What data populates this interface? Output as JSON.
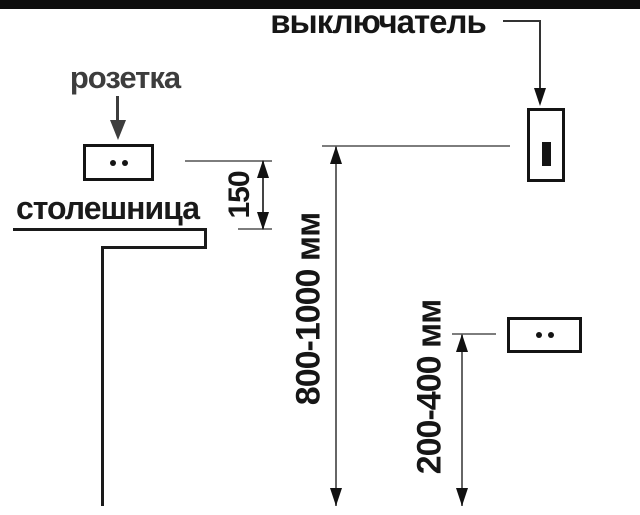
{
  "diagram": {
    "type": "electrical-installation-heights",
    "labels": {
      "socket": "розетка",
      "switch": "выключатель",
      "countertop": "столешница"
    },
    "dimensions": {
      "socket_above_countertop": "150",
      "switch_height_from_floor": "800-1000 мм",
      "low_socket_height_from_floor": "200-400 мм"
    },
    "colors": {
      "outline_black": "#141414",
      "dimension_gray": "#7d7d7d",
      "socket_label_gray": "#3d3d3d",
      "floor_black": "#0e0e0e",
      "background": "#ffffff"
    }
  }
}
